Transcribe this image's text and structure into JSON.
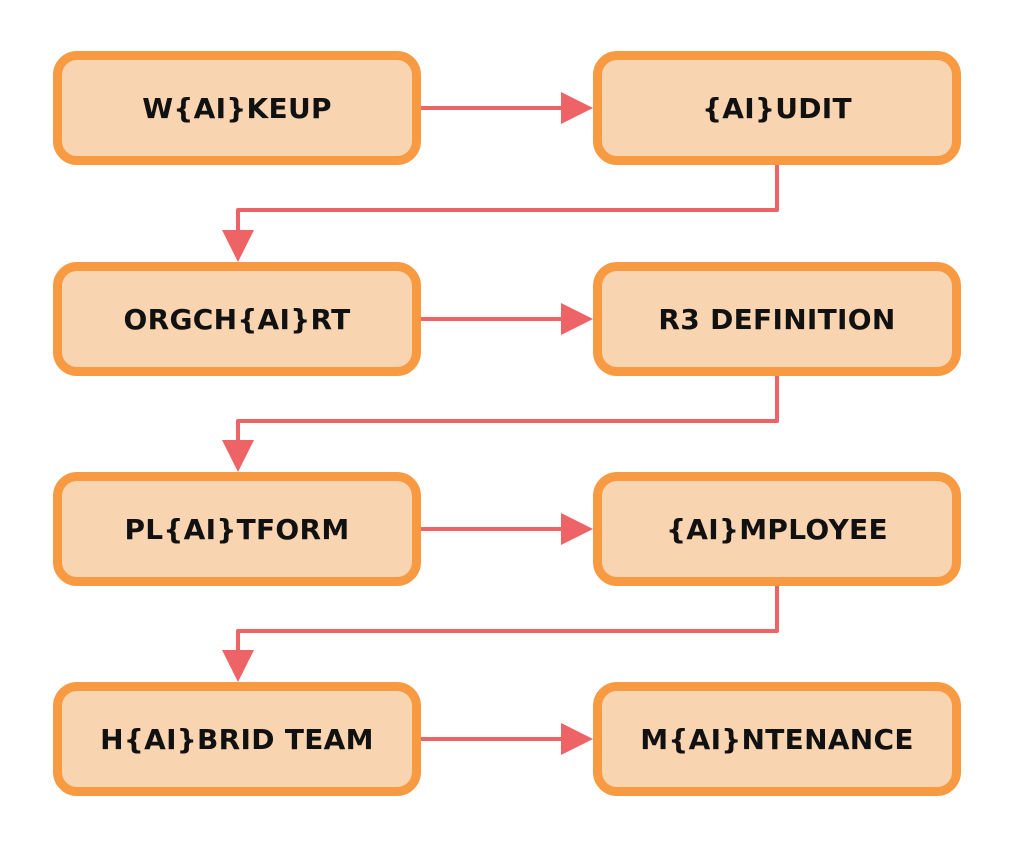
{
  "diagram": {
    "colors": {
      "box_fill": "#f8d4b0",
      "box_border": "#f79a42",
      "arrow": "#ee6366",
      "text": "#111111"
    },
    "nodes": [
      {
        "label": "W{AI}KEUP"
      },
      {
        "label": "{AI}UDIT"
      },
      {
        "label": "ORGCH{AI}RT"
      },
      {
        "label": "R3 DEFINITION"
      },
      {
        "label": "PL{AI}TFORM"
      },
      {
        "label": "{AI}MPLOYEE"
      },
      {
        "label": "H{AI}BRID TEAM"
      },
      {
        "label": "M{AI}NTENANCE"
      }
    ],
    "flow": [
      [
        0,
        1
      ],
      [
        1,
        2
      ],
      [
        2,
        3
      ],
      [
        3,
        4
      ],
      [
        4,
        5
      ],
      [
        5,
        6
      ],
      [
        6,
        7
      ]
    ]
  }
}
